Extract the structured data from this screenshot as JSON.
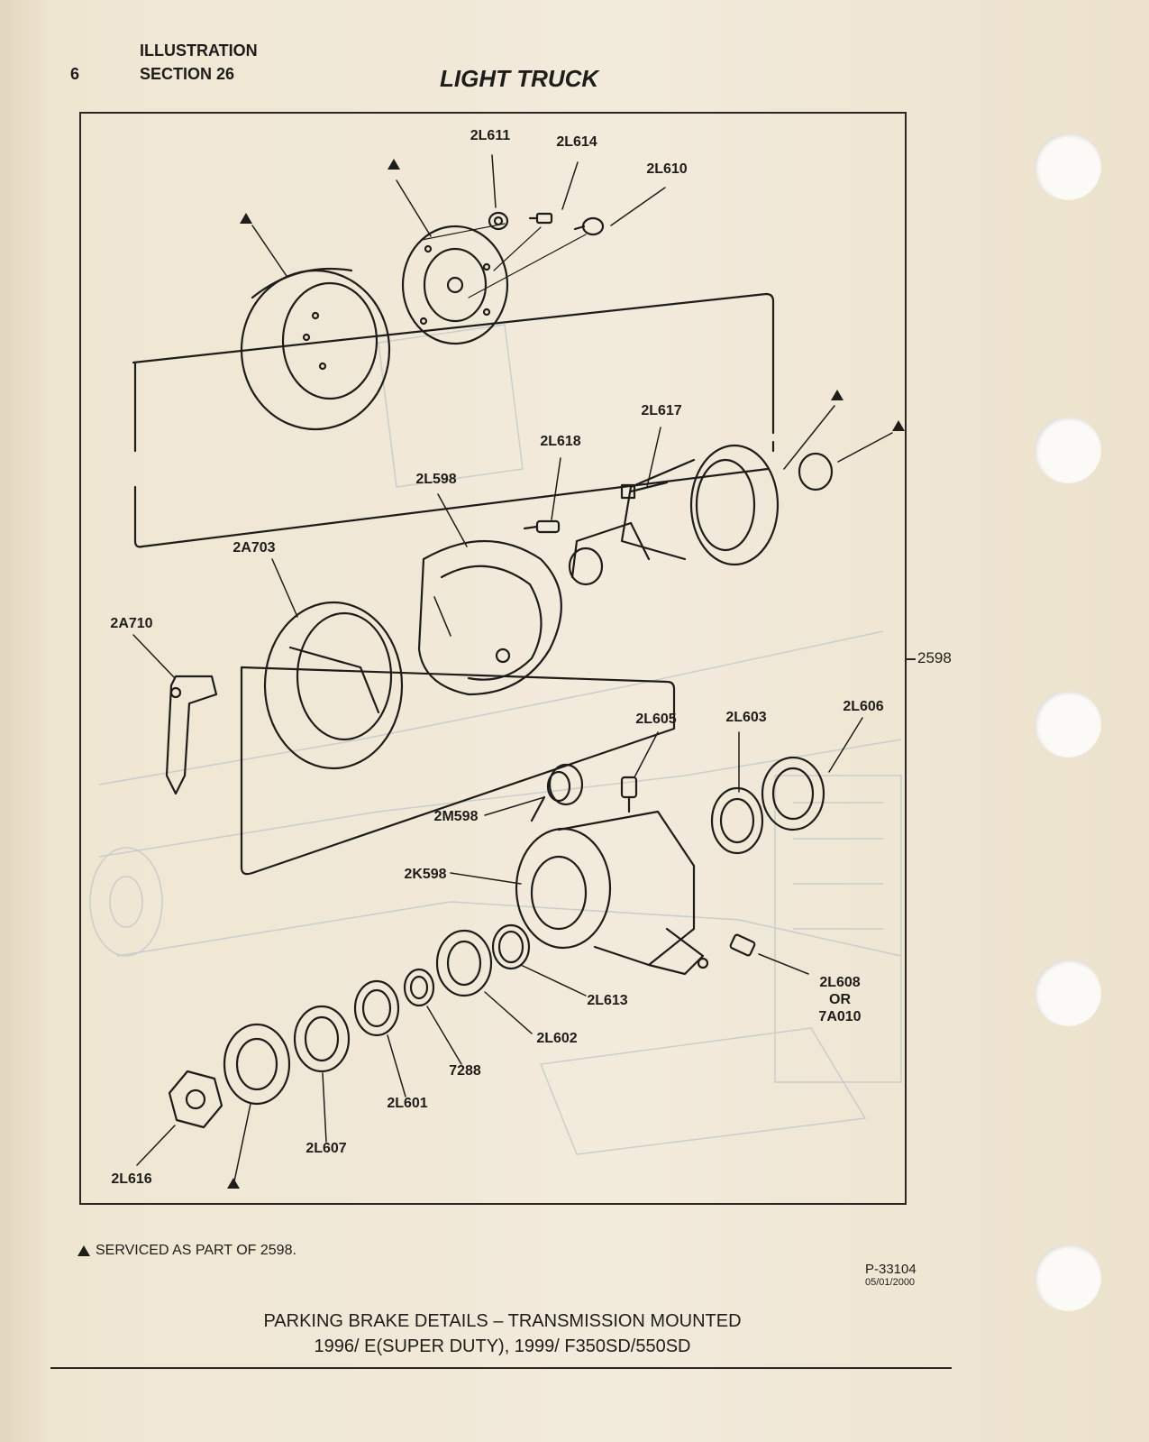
{
  "header": {
    "page_number": "6",
    "section_line1": "ILLUSTRATION",
    "section_line2": "SECTION 26",
    "title": "LIGHT TRUCK"
  },
  "diagram": {
    "assembly_label": "2598",
    "callouts": [
      {
        "id": "c-2l611",
        "text": "2L611"
      },
      {
        "id": "c-2l614",
        "text": "2L614"
      },
      {
        "id": "c-2l610",
        "text": "2L610"
      },
      {
        "id": "c-2l617",
        "text": "2L617"
      },
      {
        "id": "c-2l618",
        "text": "2L618"
      },
      {
        "id": "c-2l598",
        "text": "2L598"
      },
      {
        "id": "c-2a703",
        "text": "2A703"
      },
      {
        "id": "c-2a710",
        "text": "2A710"
      },
      {
        "id": "c-2l605",
        "text": "2L605"
      },
      {
        "id": "c-2l603",
        "text": "2L603"
      },
      {
        "id": "c-2l606",
        "text": "2L606"
      },
      {
        "id": "c-2m598",
        "text": "2M598"
      },
      {
        "id": "c-2k598",
        "text": "2K598"
      },
      {
        "id": "c-2l608",
        "text": "2L608\nOR\n7A010"
      },
      {
        "id": "c-2l613",
        "text": "2L613"
      },
      {
        "id": "c-2l602",
        "text": "2L602"
      },
      {
        "id": "c-7288",
        "text": "7288"
      },
      {
        "id": "c-2l601",
        "text": "2L601"
      },
      {
        "id": "c-2l607",
        "text": "2L607"
      },
      {
        "id": "c-2l616",
        "text": "2L616"
      }
    ]
  },
  "legend": {
    "text": "SERVICED AS PART OF 2598."
  },
  "reference": {
    "number": "P-33104",
    "date": "05/01/2000"
  },
  "caption": {
    "line1": "PARKING BRAKE DETAILS – TRANSMISSION MOUNTED",
    "line2": "1996/ E(SUPER DUTY), 1999/ F350SD/550SD"
  },
  "colors": {
    "paper": "#efe6d2",
    "ink": "#1f1d1a",
    "ghost_print": "#b9c3c8"
  }
}
